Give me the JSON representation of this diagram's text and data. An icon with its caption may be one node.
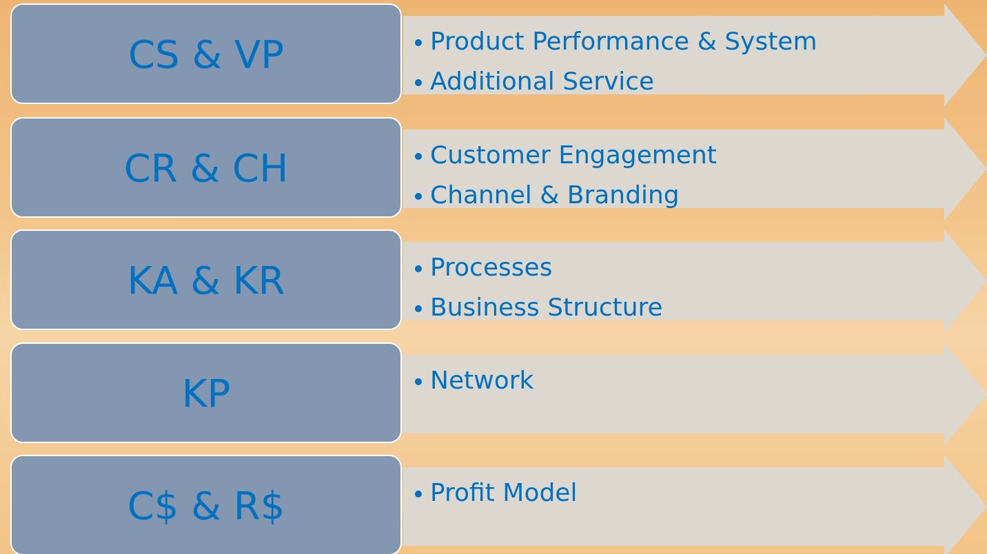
{
  "diagram": {
    "nodes": [
      {
        "text": [
          "CS & VP"
        ]
      },
      {
        "text": [
          "Product Performance & System",
          "Additional Service"
        ]
      },
      {
        "text": [
          "CR & CH"
        ]
      },
      {
        "text": [
          "Customer Engagement",
          "Channel & Branding"
        ]
      },
      {
        "text": [
          "KA & KR"
        ]
      },
      {
        "text": [
          "Processes",
          "Business Structure"
        ]
      },
      {
        "text": [
          "KP"
        ]
      },
      {
        "text": [
          "Network"
        ]
      },
      {
        "text": [
          "C$ & R$"
        ]
      },
      {
        "text": [
          "Profit Model"
        ]
      }
    ]
  }
}
